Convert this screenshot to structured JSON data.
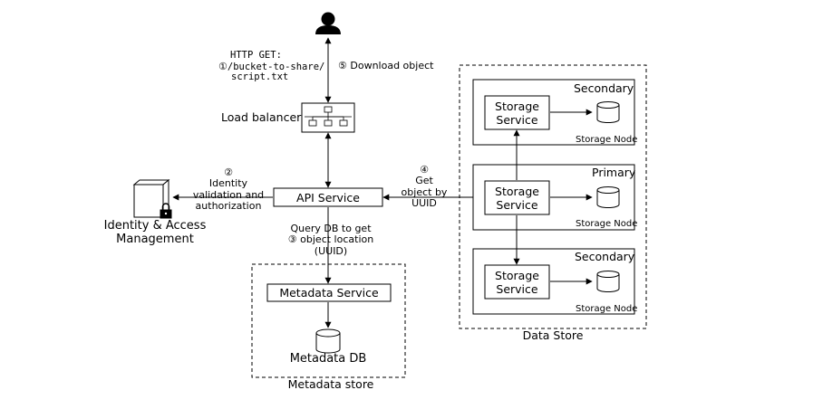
{
  "user": {
    "icon": "person-icon"
  },
  "http_get": {
    "line1": "HTTP GET:",
    "circled": "①",
    "line2": "/bucket-to-share/",
    "line3": "script.txt"
  },
  "download": {
    "circled": "⑤",
    "text": "Download object"
  },
  "load_balancer": {
    "label": "Load balancer",
    "icon": "hierarchy-icon"
  },
  "identity_step": {
    "circled": "②",
    "line1": "Identity",
    "line2": "validation and",
    "line3": "authorization"
  },
  "iam": {
    "line1": "Identity & Access",
    "line2": "Management",
    "icon": "lock-cube-icon"
  },
  "api_service": {
    "label": "API Service"
  },
  "get_object": {
    "circled": "④",
    "line1": "Get",
    "line2": "object by",
    "line3": "UUID"
  },
  "query_db": {
    "line1": "Query DB to get",
    "circled": "③",
    "line2": "object location",
    "line3": "(UUID)"
  },
  "metadata_store": {
    "service_label": "Metadata Service",
    "db_label": "Metadata DB",
    "container_label": "Metadata store",
    "db_icon": "database-icon"
  },
  "data_store": {
    "container_label": "Data Store",
    "nodes": [
      {
        "role": "Secondary",
        "service_line1": "Storage",
        "service_line2": "Service",
        "node_label": "Storage Node"
      },
      {
        "role": "Primary",
        "service_line1": "Storage",
        "service_line2": "Service",
        "node_label": "Storage Node"
      },
      {
        "role": "Secondary",
        "service_line1": "Storage",
        "service_line2": "Service",
        "node_label": "Storage Node"
      }
    ]
  }
}
